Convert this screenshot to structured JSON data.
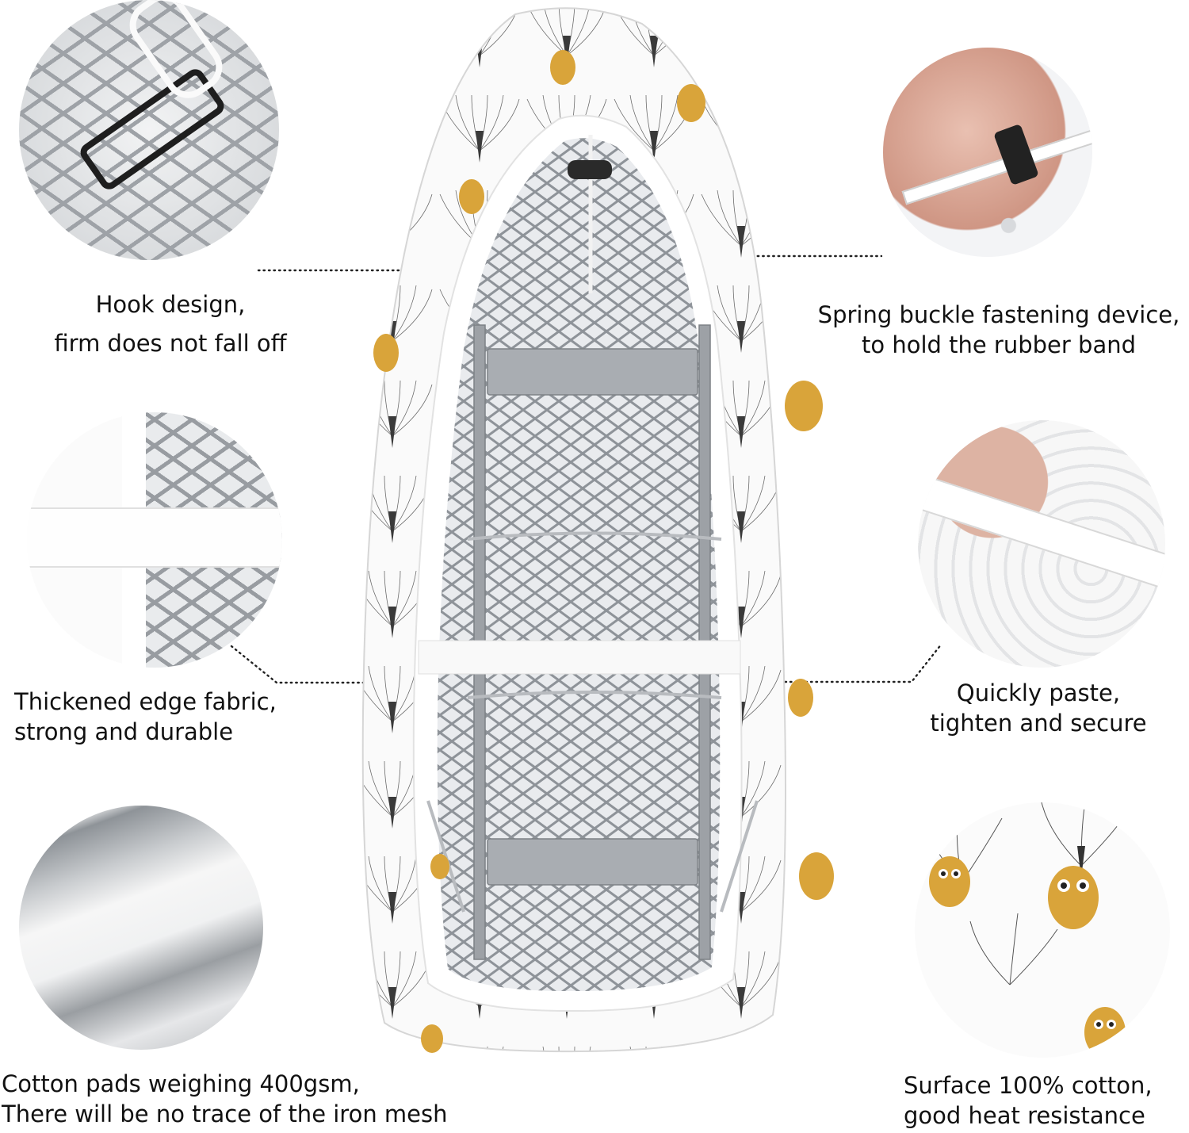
{
  "features": [
    {
      "id": "hook",
      "lines": [
        "Hook design,",
        "firm does not fall off"
      ],
      "image_desc": "black wire hook clipped onto silver diamond mesh with white elastic cord"
    },
    {
      "id": "buckle",
      "lines": [
        "Spring buckle fastening device,",
        "to hold the rubber band"
      ],
      "image_desc": "fingers squeezing black spring toggle on white elastic cord"
    },
    {
      "id": "edge",
      "lines": [
        "Thickened edge fabric,",
        "strong and durable"
      ],
      "image_desc": "white edge binding and white strap over silver mesh"
    },
    {
      "id": "velcro",
      "lines": [
        "Quickly paste,",
        "tighten and secure"
      ],
      "image_desc": "hand pulling white hook-and-loop strap over white plastic board"
    },
    {
      "id": "pad",
      "lines": [
        "Cotton pads weighing 400gsm,",
        "There will be no trace of the iron mesh"
      ],
      "image_desc": "close-up of thick grey-white felt pad layers"
    },
    {
      "id": "surface",
      "lines": [
        "Surface 100% cotton,",
        "good heat resistance"
      ],
      "image_desc": "white cotton fabric printed with mustard owls and black feather fans"
    }
  ],
  "colors": {
    "owl": "#d9a43a",
    "mesh": "#9a9ea3",
    "frame": "#8f9296",
    "fabric": "#ffffff",
    "ink": "#2b2b2b"
  }
}
